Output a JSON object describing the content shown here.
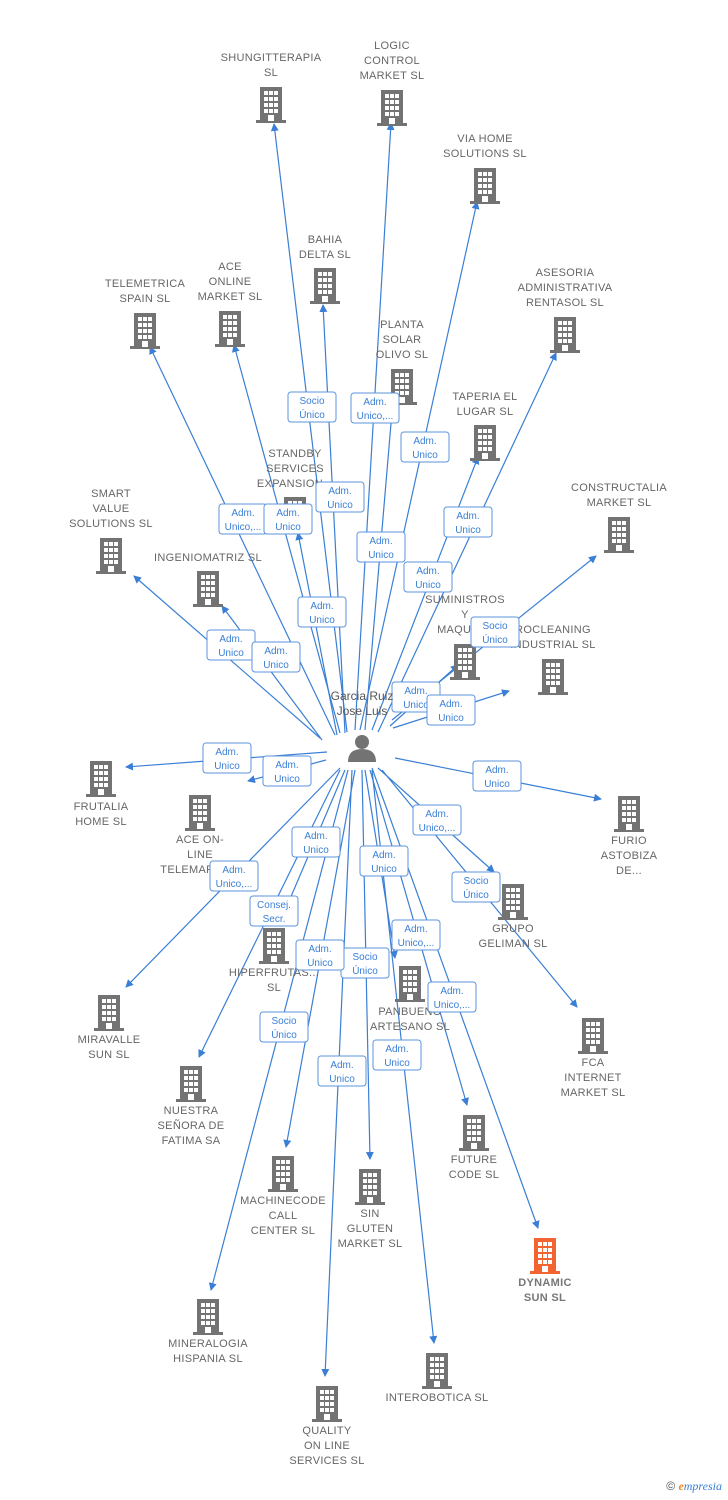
{
  "colors": {
    "edge": "#3a7fd5",
    "building": "#737373",
    "highlight": "#f26430",
    "person": "#737373"
  },
  "person": {
    "icon": "person-icon",
    "lines": [
      "Garcia Ruiz",
      "Jose Luis"
    ]
  },
  "nodes": [
    {
      "id": "shungitterapia",
      "icon": "building-icon",
      "lines": [
        "SHUNGITTERAPIA",
        "SL"
      ]
    },
    {
      "id": "logic-control",
      "icon": "building-icon",
      "lines": [
        "LOGIC",
        "CONTROL",
        "MARKET  SL"
      ]
    },
    {
      "id": "via-home",
      "icon": "building-icon",
      "lines": [
        "VIA HOME",
        "SOLUTIONS SL"
      ]
    },
    {
      "id": "bahia-delta",
      "icon": "building-icon",
      "lines": [
        "BAHIA",
        "DELTA SL"
      ]
    },
    {
      "id": "telemetrica",
      "icon": "building-icon",
      "lines": [
        "TELEMETRICA",
        "SPAIN  SL"
      ]
    },
    {
      "id": "ace-online",
      "icon": "building-icon",
      "lines": [
        "ACE",
        "ONLINE",
        "MARKET SL"
      ]
    },
    {
      "id": "asesoria",
      "icon": "building-icon",
      "lines": [
        "ASESORIA",
        "ADMINISTRATIVA",
        "RENTASOL SL"
      ]
    },
    {
      "id": "planta-solar",
      "icon": "building-icon",
      "lines": [
        "PLANTA",
        "SOLAR",
        "OLIVO SL"
      ]
    },
    {
      "id": "taperia",
      "icon": "building-icon",
      "lines": [
        "TAPERIA EL",
        "LUGAR SL"
      ]
    },
    {
      "id": "standby",
      "icon": "building-icon",
      "lines": [
        "STANDBY",
        "SERVICES",
        "EXPANSION..."
      ]
    },
    {
      "id": "smart-value",
      "icon": "building-icon",
      "lines": [
        "SMART",
        "VALUE",
        "SOLUTIONS SL"
      ]
    },
    {
      "id": "constructalia",
      "icon": "building-icon",
      "lines": [
        "CONSTRUCTALIA",
        "MARKET  SL"
      ]
    },
    {
      "id": "ingeniomatriz",
      "icon": "building-icon",
      "lines": [
        "INGENIOMATRIZ SL"
      ]
    },
    {
      "id": "suministros",
      "icon": "building-icon",
      "lines": [
        "SUMINISTROS",
        "Y",
        "MAQUIN..."
      ]
    },
    {
      "id": "ecocleaning",
      "icon": "building-icon",
      "lines": [
        "ROCLEANING",
        "INDUSTRIAL SL"
      ]
    },
    {
      "id": "frutalia",
      "icon": "building-icon",
      "lines": [
        "FRUTALIA",
        "HOME  SL"
      ]
    },
    {
      "id": "ace-on-line",
      "icon": "building-icon",
      "lines": [
        "ACE ON-",
        "LINE",
        "TELEMARKE..."
      ]
    },
    {
      "id": "furio",
      "icon": "building-icon",
      "lines": [
        "FURIO",
        "ASTOBIZA",
        "DE..."
      ]
    },
    {
      "id": "grupo-geliman",
      "icon": "building-icon",
      "lines": [
        "GRUPO",
        "GELIMAN  SL"
      ]
    },
    {
      "id": "hiperfrutas",
      "icon": "building-icon",
      "lines": [
        "HIPERFRUTAS...",
        "SL"
      ]
    },
    {
      "id": "miravalle",
      "icon": "building-icon",
      "lines": [
        "MIRAVALLE",
        "SUN  SL"
      ]
    },
    {
      "id": "panbueno",
      "icon": "building-icon",
      "lines": [
        "PANBUENO",
        "ARTESANO  SL"
      ]
    },
    {
      "id": "fca-internet",
      "icon": "building-icon",
      "lines": [
        "FCA",
        "INTERNET",
        "MARKET  SL"
      ]
    },
    {
      "id": "nuestra-senora",
      "icon": "building-icon",
      "lines": [
        "NUESTRA",
        "SEÑORA DE",
        "FATIMA SA"
      ]
    },
    {
      "id": "future-code",
      "icon": "building-icon",
      "lines": [
        "FUTURE",
        "CODE  SL"
      ]
    },
    {
      "id": "machinecode",
      "icon": "building-icon",
      "lines": [
        "MACHINECODE",
        "CALL",
        "CENTER  SL"
      ]
    },
    {
      "id": "sin-gluten",
      "icon": "building-icon",
      "lines": [
        "SIN",
        "GLUTEN",
        "MARKET  SL"
      ]
    },
    {
      "id": "dynamic-sun",
      "icon": "building-icon",
      "lines": [
        "DYNAMIC",
        "SUN  SL"
      ],
      "highlight": true
    },
    {
      "id": "mineralogia",
      "icon": "building-icon",
      "lines": [
        "MINERALOGIA",
        "HISPANIA  SL"
      ]
    },
    {
      "id": "interobotica",
      "icon": "building-icon",
      "lines": [
        "INTEROBOTICA SL"
      ]
    },
    {
      "id": "quality-online",
      "icon": "building-icon",
      "lines": [
        "QUALITY",
        "ON LINE",
        "SERVICES  SL"
      ]
    }
  ],
  "edges": [
    {
      "target": "shungitterapia",
      "label": [
        "Socio",
        "Único"
      ]
    },
    {
      "target": "logic-control",
      "label": [
        "Adm.",
        "Unico,..."
      ]
    },
    {
      "target": "via-home",
      "label": [
        "Adm.",
        "Unico"
      ]
    },
    {
      "target": "bahia-delta",
      "label": [
        "Adm.",
        "Unico"
      ]
    },
    {
      "target": "telemetrica",
      "label": [
        "Adm.",
        "Unico,..."
      ]
    },
    {
      "target": "ace-online",
      "label": [
        "Adm.",
        "Unico"
      ]
    },
    {
      "target": "asesoria",
      "label": [
        "Adm.",
        "Unico"
      ]
    },
    {
      "target": "taperia",
      "label": [
        "Adm.",
        "Unico"
      ]
    },
    {
      "target": "planta-solar",
      "label": [
        "Adm.",
        "Unico"
      ]
    },
    {
      "target": "standby",
      "label": [
        "Adm.",
        "Unico"
      ]
    },
    {
      "target": "constructalia",
      "label": [
        "Socio",
        "Único"
      ]
    },
    {
      "target": "smart-value",
      "label": [
        "Adm.",
        "Unico"
      ]
    },
    {
      "target": "ingeniomatriz",
      "label": [
        "Adm.",
        "Unico"
      ]
    },
    {
      "target": "suministros",
      "label": [
        "Adm.",
        "Unico"
      ]
    },
    {
      "target": "ecocleaning",
      "label": [
        "Adm.",
        "Unico"
      ]
    },
    {
      "target": "frutalia",
      "label": [
        "Adm.",
        "Unico"
      ]
    },
    {
      "target": "ace-on-line",
      "label": [
        "Adm.",
        "Unico"
      ]
    },
    {
      "target": "furio",
      "label": [
        "Adm.",
        "Unico"
      ]
    },
    {
      "target": "grupo-geliman",
      "label": [
        "Adm.",
        "Unico,..."
      ]
    },
    {
      "target": "fca-internet",
      "label": [
        "Socio",
        "Único"
      ]
    },
    {
      "target": "miravalle",
      "label": [
        "Adm.",
        "Unico,..."
      ]
    },
    {
      "target": "hiperfrutas",
      "label": [
        "Consej.",
        "Secr."
      ]
    },
    {
      "target": "machinecode",
      "label": [
        "Adm.",
        "Unico"
      ]
    },
    {
      "target": "nuestra-senora",
      "label": [
        "Socio",
        "Único"
      ]
    },
    {
      "target": "sin-gluten",
      "label": [
        "Socio",
        "Único"
      ]
    },
    {
      "target": "panbueno",
      "label": [
        "Adm.",
        "Unico"
      ]
    },
    {
      "target": "future-code",
      "label": [
        "Adm.",
        "Unico,..."
      ]
    },
    {
      "target": "dynamic-sun",
      "label": [
        "Adm.",
        "Unico,..."
      ]
    },
    {
      "target": "quality-online",
      "label": [
        "Adm.",
        "Unico"
      ]
    },
    {
      "target": "interobotica",
      "label": [
        "Adm.",
        "Unico"
      ]
    },
    {
      "target": "mineralogia",
      "label": [
        "Adm.",
        "Unico"
      ]
    }
  ],
  "footer": {
    "copyright": "©",
    "brand_first": "e",
    "brand_rest": "mpresia"
  }
}
